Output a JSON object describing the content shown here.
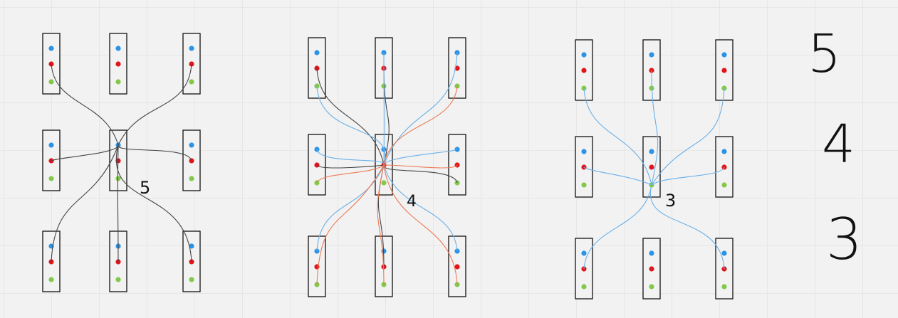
{
  "colors": {
    "background": "#f2f2f2",
    "box_stroke": "#111111",
    "box_fill": "#f2f2f2",
    "dot_top": "#2b93e6",
    "dot_mid": "#e0161b",
    "dot_bot": "#82c94a",
    "wire_black": "#444444",
    "wire_blue": "#6ab0e8",
    "wire_orange": "#ec7a55"
  },
  "grids": [
    {
      "id": "grid-1",
      "label": "5",
      "wires": [
        {
          "from": [
            1,
            1,
            "top"
          ],
          "to": [
            0,
            0,
            "mid"
          ],
          "color": "wire_black"
        },
        {
          "from": [
            1,
            1,
            "top"
          ],
          "to": [
            0,
            2,
            "mid"
          ],
          "color": "wire_black"
        },
        {
          "from": [
            1,
            1,
            "top"
          ],
          "to": [
            1,
            0,
            "mid"
          ],
          "color": "wire_black"
        },
        {
          "from": [
            1,
            1,
            "top"
          ],
          "to": [
            1,
            2,
            "mid"
          ],
          "color": "wire_black"
        },
        {
          "from": [
            1,
            1,
            "top"
          ],
          "to": [
            2,
            0,
            "mid"
          ],
          "color": "wire_black"
        },
        {
          "from": [
            1,
            1,
            "top"
          ],
          "to": [
            2,
            1,
            "mid"
          ],
          "color": "wire_black"
        },
        {
          "from": [
            1,
            1,
            "top"
          ],
          "to": [
            2,
            2,
            "mid"
          ],
          "color": "wire_black"
        }
      ]
    },
    {
      "id": "grid-2",
      "label": "4",
      "wires": [
        {
          "from": [
            1,
            1,
            "mid"
          ],
          "to": [
            0,
            0,
            "mid"
          ],
          "color": "wire_black"
        },
        {
          "from": [
            1,
            1,
            "mid"
          ],
          "to": [
            0,
            1,
            "mid"
          ],
          "color": "wire_black"
        },
        {
          "from": [
            1,
            1,
            "mid"
          ],
          "to": [
            1,
            0,
            "mid"
          ],
          "color": "wire_black"
        },
        {
          "from": [
            1,
            1,
            "mid"
          ],
          "to": [
            1,
            2,
            "bot"
          ],
          "color": "wire_black"
        },
        {
          "from": [
            1,
            1,
            "mid"
          ],
          "to": [
            2,
            1,
            "mid"
          ],
          "color": "wire_black"
        },
        {
          "from": [
            1,
            1,
            "mid"
          ],
          "to": [
            0,
            0,
            "bot"
          ],
          "color": "wire_blue"
        },
        {
          "from": [
            1,
            1,
            "mid"
          ],
          "to": [
            0,
            1,
            "top"
          ],
          "color": "wire_blue"
        },
        {
          "from": [
            1,
            1,
            "mid"
          ],
          "to": [
            0,
            2,
            "top"
          ],
          "color": "wire_blue"
        },
        {
          "from": [
            1,
            1,
            "mid"
          ],
          "to": [
            1,
            0,
            "top"
          ],
          "color": "wire_blue"
        },
        {
          "from": [
            1,
            1,
            "mid"
          ],
          "to": [
            1,
            2,
            "top"
          ],
          "color": "wire_blue"
        },
        {
          "from": [
            1,
            1,
            "mid"
          ],
          "to": [
            2,
            0,
            "top"
          ],
          "color": "wire_blue"
        },
        {
          "from": [
            1,
            1,
            "mid"
          ],
          "to": [
            2,
            2,
            "top"
          ],
          "color": "wire_blue"
        },
        {
          "from": [
            1,
            1,
            "mid"
          ],
          "to": [
            0,
            2,
            "bot"
          ],
          "color": "wire_orange"
        },
        {
          "from": [
            1,
            1,
            "mid"
          ],
          "to": [
            1,
            0,
            "bot"
          ],
          "color": "wire_orange"
        },
        {
          "from": [
            1,
            1,
            "mid"
          ],
          "to": [
            1,
            2,
            "mid"
          ],
          "color": "wire_orange"
        },
        {
          "from": [
            1,
            1,
            "mid"
          ],
          "to": [
            2,
            0,
            "bot"
          ],
          "color": "wire_orange"
        },
        {
          "from": [
            1,
            1,
            "mid"
          ],
          "to": [
            2,
            1,
            "bot"
          ],
          "color": "wire_orange"
        },
        {
          "from": [
            1,
            1,
            "mid"
          ],
          "to": [
            2,
            2,
            "bot"
          ],
          "color": "wire_orange"
        }
      ]
    },
    {
      "id": "grid-3",
      "label": "3",
      "wires": [
        {
          "from": [
            1,
            1,
            "bot"
          ],
          "to": [
            0,
            0,
            "bot"
          ],
          "color": "wire_blue"
        },
        {
          "from": [
            1,
            1,
            "bot"
          ],
          "to": [
            0,
            1,
            "mid"
          ],
          "color": "wire_blue"
        },
        {
          "from": [
            1,
            1,
            "bot"
          ],
          "to": [
            0,
            2,
            "bot"
          ],
          "color": "wire_blue"
        },
        {
          "from": [
            1,
            1,
            "bot"
          ],
          "to": [
            1,
            0,
            "mid"
          ],
          "color": "wire_blue"
        },
        {
          "from": [
            1,
            1,
            "bot"
          ],
          "to": [
            1,
            2,
            "mid"
          ],
          "color": "wire_blue"
        },
        {
          "from": [
            1,
            1,
            "bot"
          ],
          "to": [
            2,
            0,
            "mid"
          ],
          "color": "wire_blue"
        },
        {
          "from": [
            1,
            1,
            "bot"
          ],
          "to": [
            2,
            2,
            "mid"
          ],
          "color": "wire_blue"
        }
      ]
    }
  ],
  "side_labels": [
    "5",
    "4",
    "3"
  ]
}
